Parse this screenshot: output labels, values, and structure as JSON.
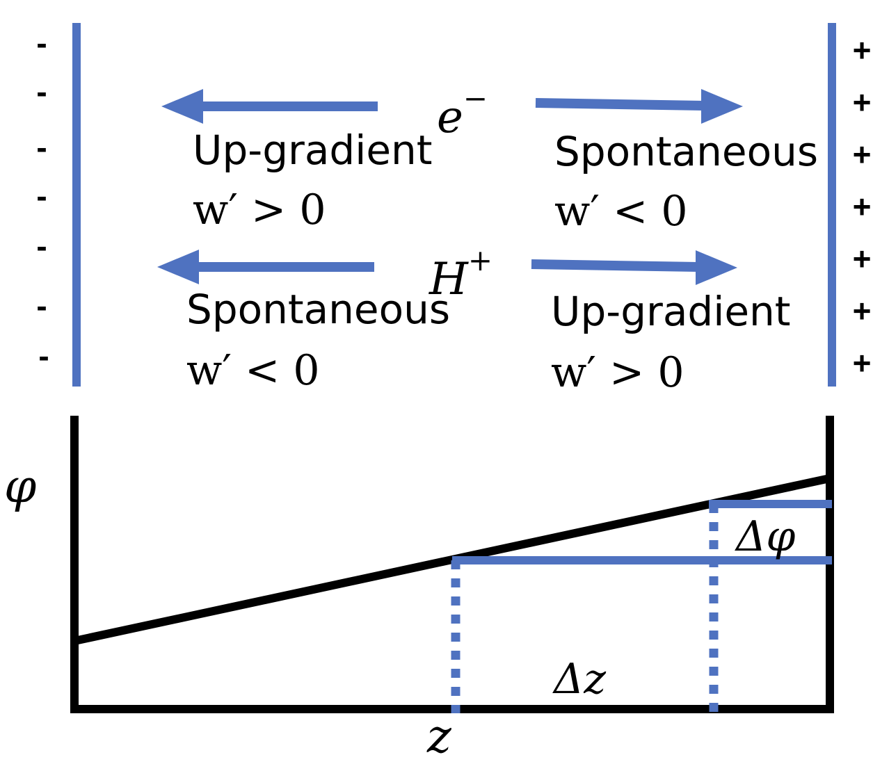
{
  "colors": {
    "accent": "#4f72c0",
    "ink": "#000000",
    "background": "#ffffff"
  },
  "left_plate": {
    "signs": [
      "-",
      "-",
      "-",
      "-",
      "-",
      "-",
      "-"
    ]
  },
  "right_plate": {
    "signs": [
      "+",
      "+",
      "+",
      "+",
      "+",
      "+",
      "+"
    ]
  },
  "electron": {
    "symbol": "e",
    "superscript": "−",
    "left": {
      "label": "Up-gradient",
      "work": "w′ > 0"
    },
    "right": {
      "label": "Spontaneous",
      "work": "w′ < 0"
    }
  },
  "proton": {
    "symbol": "H",
    "superscript": "+",
    "left": {
      "label": "Spontaneous",
      "work": "w′ < 0"
    },
    "right": {
      "label": "Up-gradient",
      "work": "w′ > 0"
    }
  },
  "graph": {
    "y_axis_label": "φ",
    "x_axis_label": "z",
    "delta_phi_label": "Δφ",
    "delta_z_label": "Δz"
  }
}
